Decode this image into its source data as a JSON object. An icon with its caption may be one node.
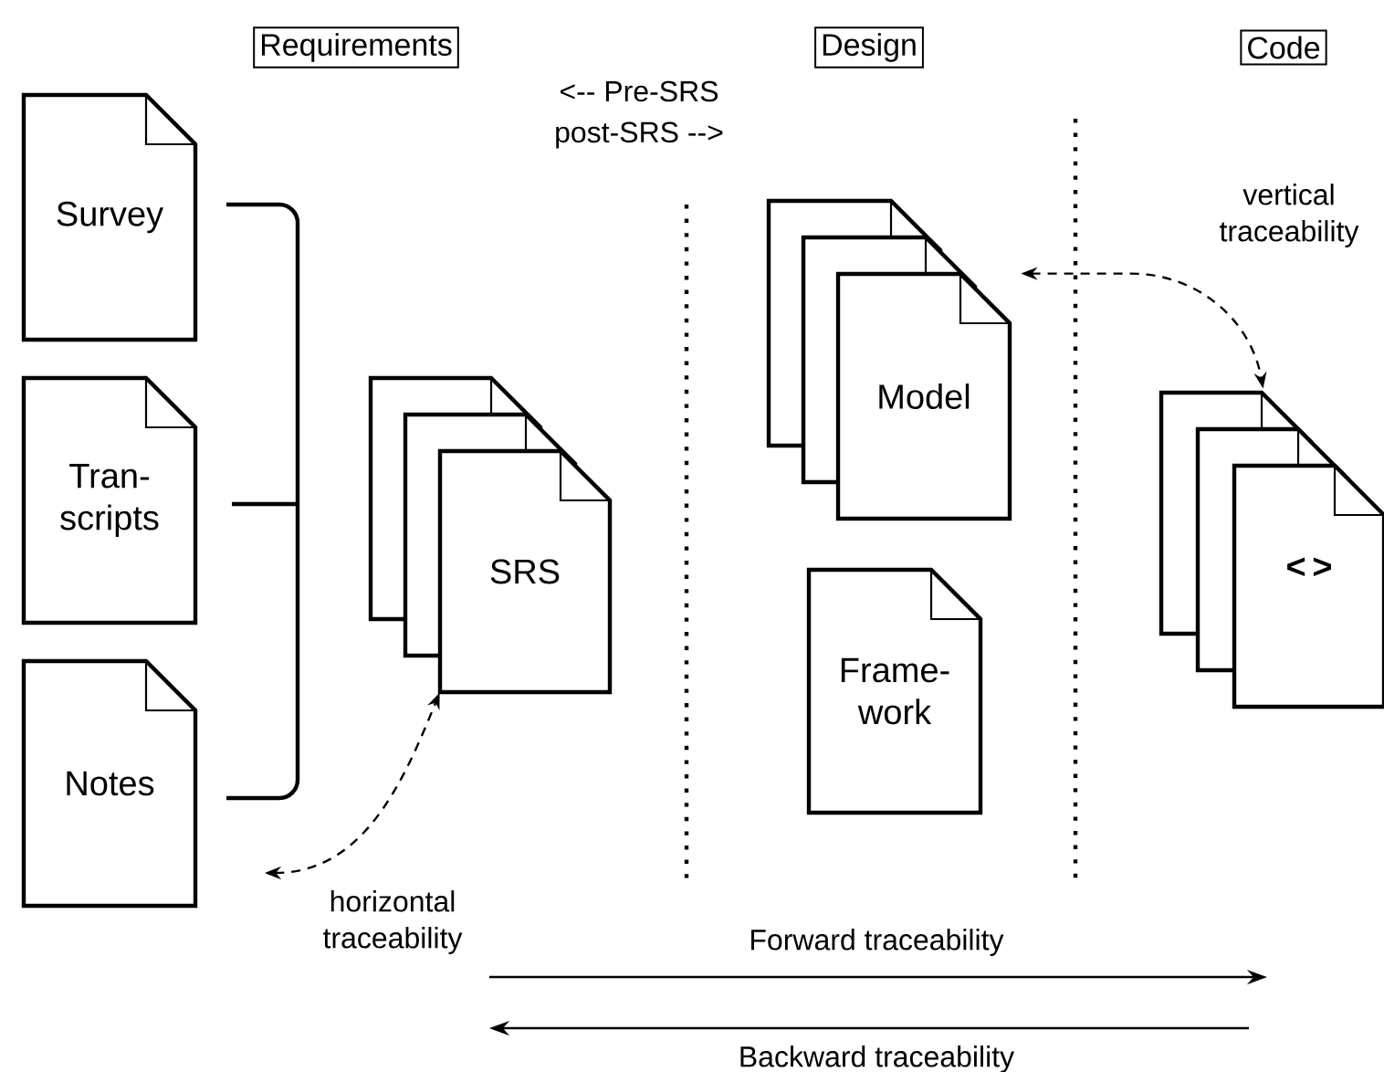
{
  "diagram": {
    "nodes": [
      {
        "text": [
          "Requirements"
        ]
      },
      {
        "text": [
          "Design"
        ]
      },
      {
        "text": [
          "Code"
        ]
      },
      {
        "text": [
          "Survey"
        ]
      },
      {
        "text": [
          "Tran- scripts"
        ]
      },
      {
        "text": [
          "Notes"
        ]
      },
      {
        "text": [
          "SRS"
        ]
      },
      {
        "text": [
          "Model"
        ]
      },
      {
        "text": [
          "Frame- work"
        ]
      },
      {
        "text": [
          "< >"
        ]
      }
    ],
    "edges": [
      {
        "from": null,
        "to": 6,
        "arrow": "both",
        "style": "dashed",
        "label": "horizontal traceability"
      },
      {
        "from": 7,
        "to": 9,
        "arrow": "both",
        "style": "dashed",
        "label": "vertical traceability"
      }
    ],
    "labels": [
      "<-- Pre-SRS",
      "post-SRS -->",
      "Forward traceability",
      "Backward traceability"
    ]
  }
}
